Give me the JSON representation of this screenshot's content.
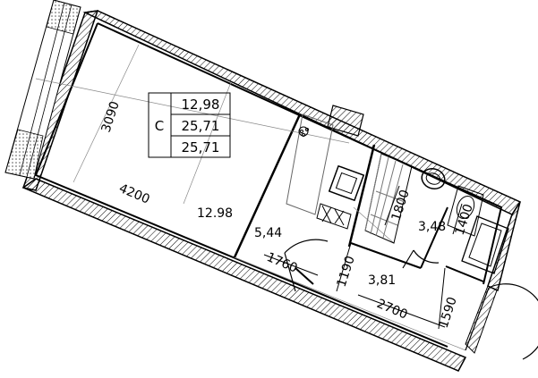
{
  "area_table": {
    "tag": "С",
    "rows": [
      "12,98",
      "25,71",
      "25,71"
    ]
  },
  "rooms": {
    "living": "12.98",
    "kitchen": "5,44",
    "bathroom": "3,48",
    "hall": "3,81"
  },
  "dimensions": {
    "d3090": "3090",
    "d4200": "4200",
    "d1760": "1760",
    "d1190": "1190",
    "d2700": "2700",
    "d1590": "1590",
    "d1800": "1800",
    "d1400": "1400"
  },
  "colors": {
    "wall_fill": "#d9d9d9",
    "line": "#000000",
    "window_hatch": "#6b6b6b"
  }
}
